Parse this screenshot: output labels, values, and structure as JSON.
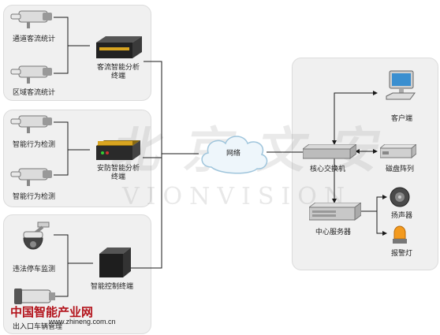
{
  "nodes": {
    "cam1": "通道客流统计",
    "cam2": "区域客流统计",
    "analyzer1": [
      "客流智能分析",
      "终端"
    ],
    "cam3": "智能行为检测",
    "cam4": "智能行为检测",
    "analyzer2": [
      "安防智能分析",
      "终端"
    ],
    "dome": "违法停车监测",
    "cam5": "出入口车辆管理",
    "controller": "智能控制终端",
    "cloud": "网络",
    "switch": "核心交换机",
    "client": "客户端",
    "storage": "磁盘阵列",
    "server": "中心服务器",
    "speaker": "扬声器",
    "alarm": "报警灯"
  },
  "watermark": {
    "zh": "北京文安",
    "en": "VIONVISION"
  },
  "logo": {
    "name": "中国智能产业网",
    "url": "www.zhineng.com.cn"
  },
  "colors": {
    "panel": "#f0f0f0",
    "line": "#1a1a1a",
    "logo": "#b3131b"
  }
}
